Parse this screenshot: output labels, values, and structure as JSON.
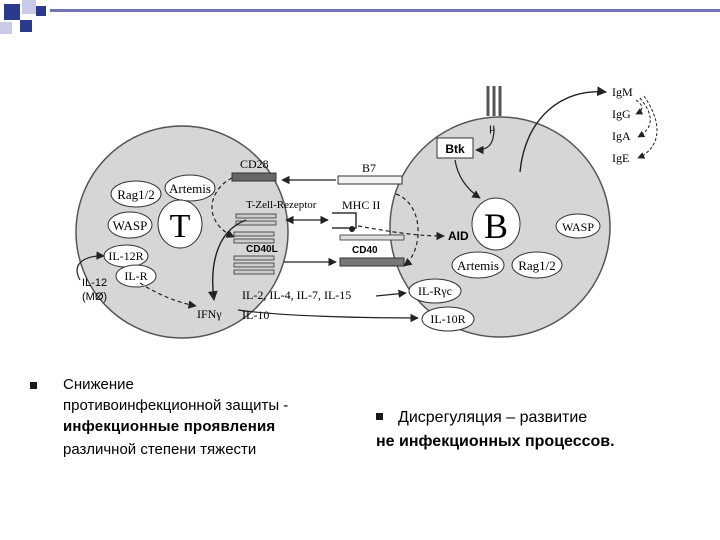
{
  "diagram": {
    "t_cell": {
      "letter": "T",
      "badges": [
        "Rag1/2",
        "Artemis",
        "WASP"
      ],
      "il12r": "IL-12R",
      "ilr": "IL-R",
      "il12_line1": "IL-12",
      "il12_line2": "(MØ)"
    },
    "b_cell": {
      "letter": "B",
      "btk": "Btk",
      "mu": "μ",
      "aid": "AID",
      "badges": [
        "WASP",
        "Artemis",
        "Rag1/2"
      ],
      "il_rgc": "IL-Rγc",
      "il10r": "IL-10R"
    },
    "receptors": {
      "cd28": "CD28",
      "b7": "B7",
      "tcr": "T-Zell-Rezeptor",
      "mhc": "MHC II",
      "cd40l": "CD40L",
      "cd40": "CD40"
    },
    "cytokines": {
      "ils": "IL-2, IL-4,  IL-7, IL-15",
      "il10": "IL-10",
      "ifng": "IFNγ"
    },
    "isotypes": [
      "IgM",
      "IgG",
      "IgA",
      "IgE"
    ]
  },
  "bullets": {
    "left": {
      "line1": "Снижение",
      "line2": "противоинфекционной защиты -",
      "line3": "инфекционные проявления",
      "line4": "различной степени тяжести"
    },
    "right": {
      "line1": "Дисрегуляция – развитие",
      "line2": "не инфекционных процессов."
    }
  }
}
